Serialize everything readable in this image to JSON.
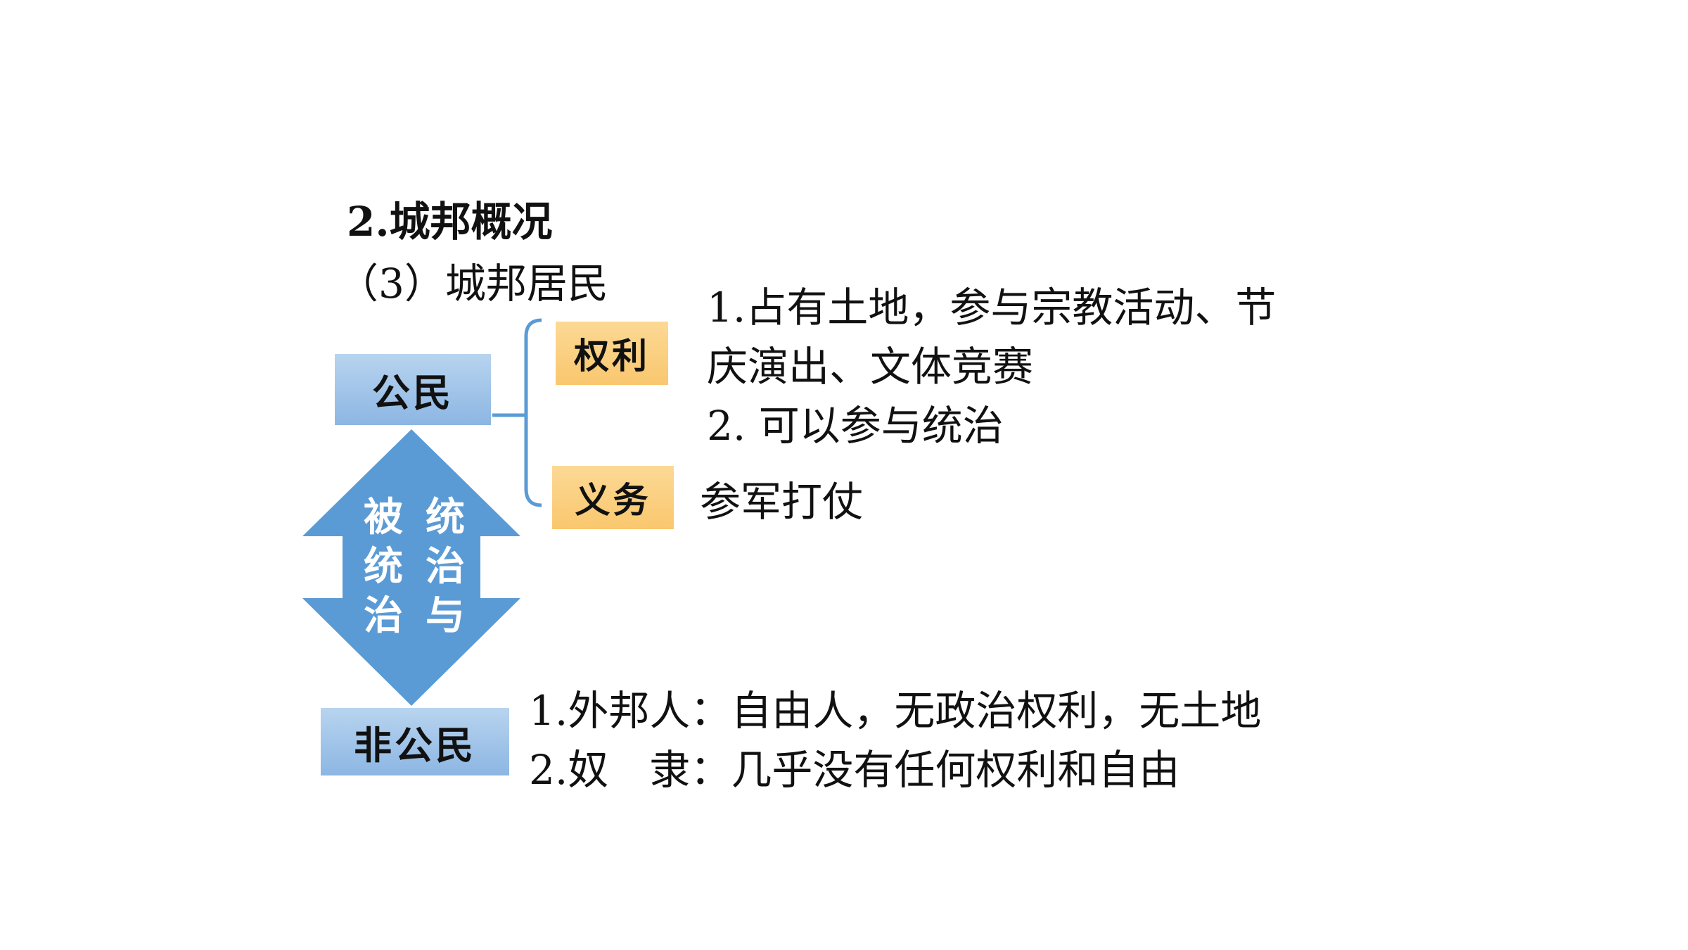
{
  "heading": "2.城邦概况",
  "subheading": "（3）城邦居民",
  "citizen": {
    "label": "公民",
    "rights_label": "权利",
    "rights_lines": [
      "1.占有土地，参与宗教活动、节",
      "庆演出、文体竞赛",
      "2. 可以参与统治"
    ],
    "duties_label": "义务",
    "duties_text": "参军打仗"
  },
  "arrow": {
    "left_column": [
      "被",
      "统",
      "治"
    ],
    "right_column": [
      "统",
      "治",
      "与"
    ]
  },
  "noncitizen": {
    "label": "非公民",
    "lines": [
      "1.外邦人：自由人，无政治权利，无土地",
      "2.奴　隶：几乎没有任何权利和自由"
    ]
  },
  "colors": {
    "arrow": "#5b9bd5",
    "bracket": "#5b9bd5",
    "blue_box": "#9cc2e8",
    "orange_box": "#fbcf7f"
  }
}
